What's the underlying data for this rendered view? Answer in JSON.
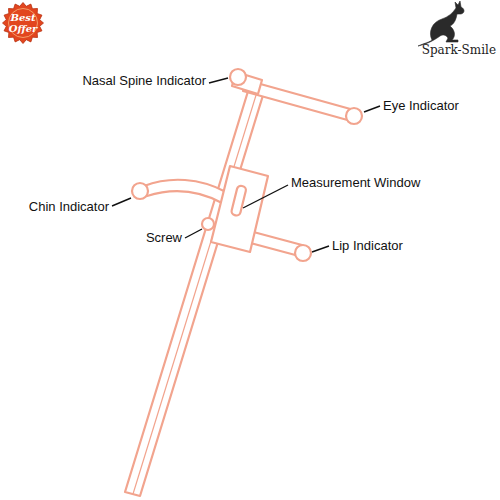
{
  "diagram": {
    "nodes": [
      {
        "text": [
          "Best Offer"
        ]
      }
    ],
    "labels": [
      "Spark-Smile",
      "Nasal Spine Indicator",
      "Eye Indicator",
      "Measurement Window",
      "Chin Indicator",
      "Screw",
      "Lip Indicator"
    ]
  }
}
